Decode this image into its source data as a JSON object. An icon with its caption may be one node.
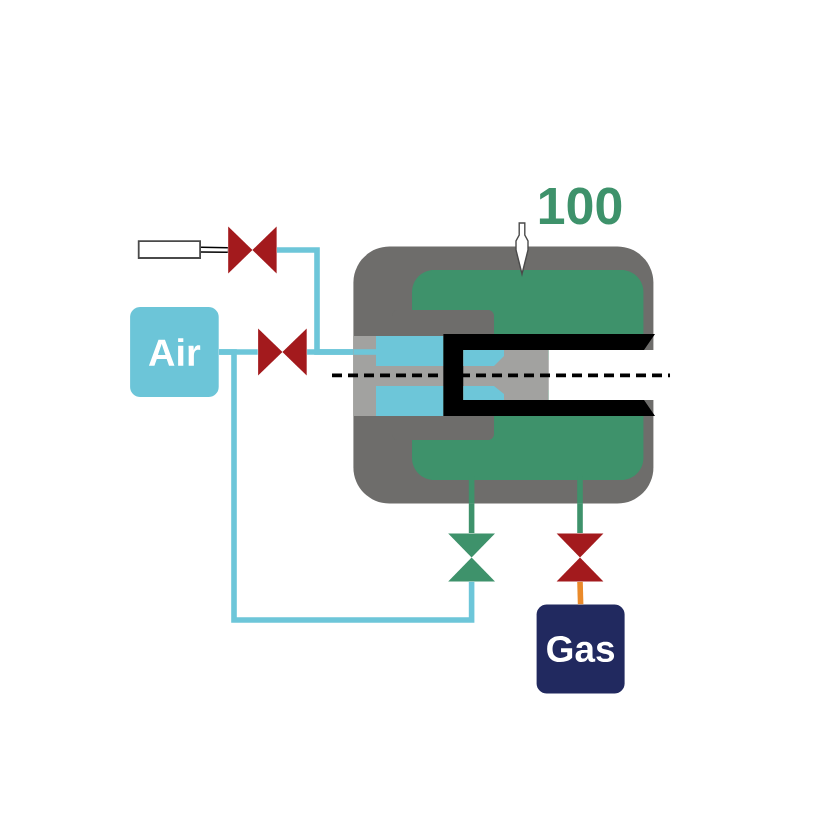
{
  "diagram": {
    "nodes": [
      {
        "text": [],
        "shape": "box"
      },
      {
        "text": [],
        "shape": "bowtie"
      },
      {
        "text": [
          "Air"
        ]
      },
      {
        "text": [],
        "shape": "bowtie"
      },
      {
        "text": [],
        "shape": "box"
      },
      {
        "text": [],
        "shape": "bowtie"
      },
      {
        "text": [],
        "shape": "bowtie"
      },
      {
        "text": [
          "Gas"
        ]
      }
    ],
    "edges": [
      {
        "from": 0,
        "to": 1,
        "arrow": "none",
        "color": "#000000"
      },
      {
        "from": 1,
        "to": 4,
        "arrow": "none"
      },
      {
        "from": 2,
        "to": 3,
        "arrow": "none"
      },
      {
        "from": 3,
        "to": 4,
        "arrow": "none"
      },
      {
        "from": 2,
        "to": 5,
        "arrow": "none"
      },
      {
        "from": 5,
        "to": 4,
        "arrow": "none",
        "color": "#3e926b"
      },
      {
        "from": 6,
        "to": 4,
        "arrow": "none",
        "color": "#3e926b"
      },
      {
        "from": 7,
        "to": 6,
        "arrow": "none",
        "color": "#ea8a2a"
      }
    ],
    "labels": [
      "100"
    ]
  }
}
